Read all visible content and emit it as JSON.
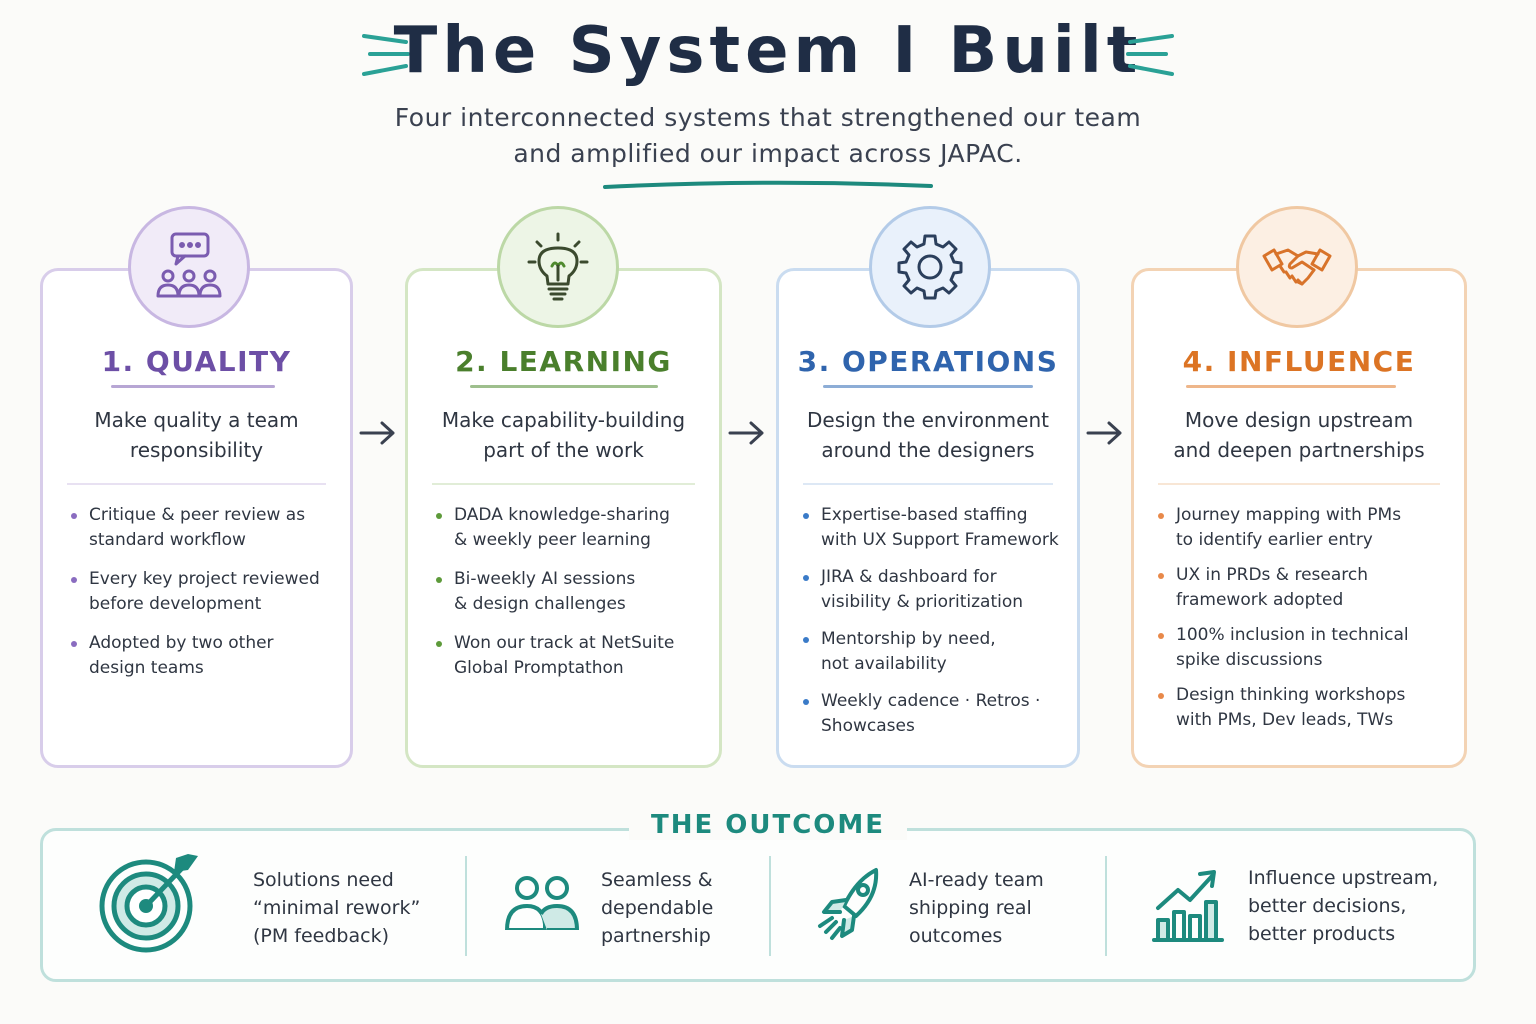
{
  "header": {
    "title": "The System I Built",
    "subtitle_line1": "Four interconnected systems that strengthened our team",
    "subtitle_line2": "and amplified our impact across JAPAC."
  },
  "colors": {
    "quality": "#7b5cb0",
    "learning": "#4f8a2f",
    "operations": "#2f6ab5",
    "influence": "#e07a2a",
    "outcome": "#1d8a7e"
  },
  "cards": [
    {
      "title": "1. QUALITY",
      "icon": "team-chat-icon",
      "desc_line1": "Make quality a team",
      "desc_line2": "responsibility",
      "bullets": [
        [
          "Critique & peer review as",
          "standard workflow"
        ],
        [
          "Every key project reviewed",
          "before development"
        ],
        [
          "Adopted by two other",
          "design teams"
        ]
      ]
    },
    {
      "title": "2. LEARNING",
      "icon": "lightbulb-icon",
      "desc_line1": "Make capability-building",
      "desc_line2": "part of the work",
      "bullets": [
        [
          "DADA knowledge-sharing",
          "& weekly peer learning"
        ],
        [
          "Bi-weekly AI sessions",
          "& design challenges"
        ],
        [
          "Won our track at NetSuite",
          "Global Promptathon"
        ]
      ]
    },
    {
      "title": "3. OPERATIONS",
      "icon": "gear-icon",
      "desc_line1": "Design the environment",
      "desc_line2": "around the designers",
      "bullets": [
        [
          "Expertise-based staffing",
          "with UX Support Framework"
        ],
        [
          "JIRA & dashboard for",
          "visibility & prioritization"
        ],
        [
          "Mentorship by need,",
          "not availability"
        ],
        [
          "Weekly cadence · Retros ·",
          "Showcases"
        ]
      ]
    },
    {
      "title": "4. INFLUENCE",
      "icon": "handshake-icon",
      "desc_line1": "Move design upstream",
      "desc_line2": "and deepen partnerships",
      "bullets": [
        [
          "Journey mapping with PMs",
          "to identify earlier entry"
        ],
        [
          "UX in PRDs & research",
          "framework adopted"
        ],
        [
          "100% inclusion in technical",
          "spike discussions"
        ],
        [
          "Design thinking workshops",
          "with PMs, Dev leads, TWs"
        ]
      ]
    }
  ],
  "outcome": {
    "title": "THE OUTCOME",
    "items": [
      {
        "icon": "target-icon",
        "lines": [
          "Solutions need",
          "“minimal rework”",
          "(PM feedback)"
        ]
      },
      {
        "icon": "people-icon",
        "lines": [
          "Seamless &",
          "dependable",
          "partnership"
        ]
      },
      {
        "icon": "rocket-icon",
        "lines": [
          "AI-ready team",
          "shipping real",
          "outcomes"
        ]
      },
      {
        "icon": "growth-chart-icon",
        "lines": [
          "Influence upstream,",
          "better decisions,",
          "better products"
        ]
      }
    ]
  }
}
